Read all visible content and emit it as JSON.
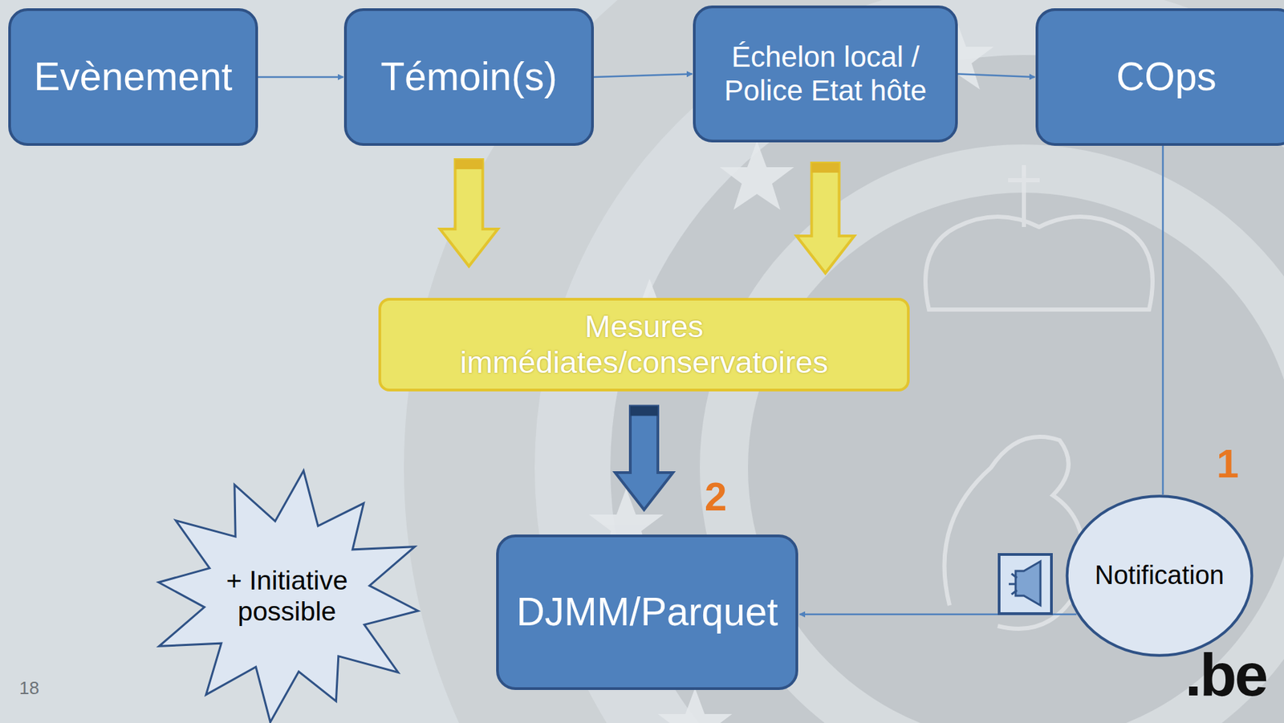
{
  "diagram": {
    "nodes": [
      {
        "text": [
          "Evènement"
        ]
      },
      {
        "text": [
          "Témoin(s)"
        ]
      },
      {
        "text": [
          "Échelon local / Police Etat hôte"
        ]
      },
      {
        "text": [
          "COps"
        ]
      },
      {
        "text": [
          "Mesures immédiates/conservatoires"
        ]
      },
      {
        "text": [
          "Notification"
        ]
      },
      {
        "text": [
          "DJMM/Parquet"
        ]
      },
      {
        "text": [
          "+ Initiative possible"
        ]
      }
    ],
    "edges": [
      {
        "from": 0,
        "to": 1,
        "arrow": "to"
      },
      {
        "from": 1,
        "to": 2,
        "arrow": "to"
      },
      {
        "from": 2,
        "to": 3,
        "arrow": "to"
      },
      {
        "from": 1,
        "to": 4,
        "arrow": "to"
      },
      {
        "from": 2,
        "to": 4,
        "arrow": "to"
      },
      {
        "from": 4,
        "to": 6,
        "arrow": "to"
      },
      {
        "from": 3,
        "to": 5,
        "arrow": "none"
      },
      {
        "from": 5,
        "to": 6,
        "arrow": "to"
      }
    ],
    "labels": [
      "1",
      "2",
      "18",
      ".be"
    ]
  }
}
